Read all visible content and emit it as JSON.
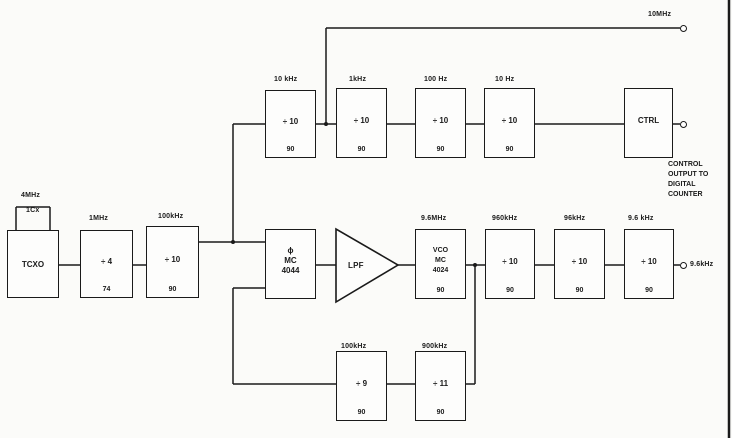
{
  "diagram": {
    "blocks": {
      "tcxo": {
        "op": "TCXO",
        "sub": ""
      },
      "div4": {
        "op": "÷ 4",
        "sub": "74"
      },
      "div10a": {
        "op": "÷ 10",
        "sub": "90"
      },
      "mc4044": {
        "op": "ϕ\nMC\n4044",
        "sub": ""
      },
      "lpf": {
        "op": "LPF",
        "sub": ""
      },
      "vco": {
        "op": "VCO\nMC\n4024",
        "sub": "90"
      },
      "div10b": {
        "op": "÷ 10",
        "sub": "90"
      },
      "div10c": {
        "op": "÷ 10",
        "sub": "90"
      },
      "div10d": {
        "op": "÷ 10",
        "sub": "90"
      },
      "div10e": {
        "op": "÷ 10",
        "sub": "90"
      },
      "div10f": {
        "op": "÷ 10",
        "sub": "90"
      },
      "div10g": {
        "op": "÷ 10",
        "sub": "90"
      },
      "div10h": {
        "op": "÷ 10",
        "sub": "90"
      },
      "ctrl": {
        "op": "CTRL",
        "sub": ""
      },
      "div9": {
        "op": "÷ 9",
        "sub": "90"
      },
      "div11": {
        "op": "÷ 11",
        "sub": "90"
      }
    },
    "labels": {
      "mhz4": "4MHz",
      "tcxo_cap": "1Cx",
      "mhz1": "1MHz",
      "khz100_main": "100kHz",
      "top_10mhz": "10MHz",
      "khz10_top": "10 kHz",
      "khz1_top": "1kHz",
      "hz100_top": "100 Hz",
      "hz10_top": "10 Hz",
      "vco_freq": "9.6MHz",
      "khz960": "960kHz",
      "khz96": "96kHz",
      "khz96b": "9.6 kHz",
      "out_96": "9.6kHz",
      "khz100_fb": "100kHz",
      "khz900_fb": "900kHz"
    },
    "control_text": [
      "CONTROL",
      "OUTPUT TO",
      "DIGITAL",
      "COUNTER"
    ]
  }
}
